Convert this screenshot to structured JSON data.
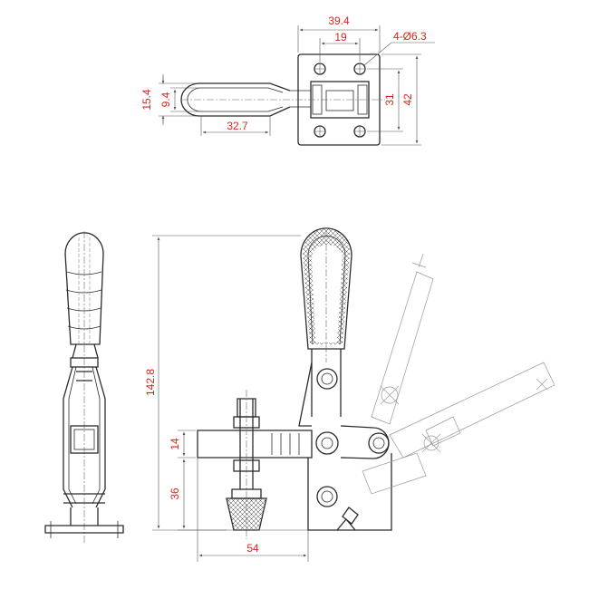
{
  "colors": {
    "line": "#2b2b2b",
    "dimension_text": "#d9261c",
    "ghost": "#9a9a9a",
    "background": "#ffffff"
  },
  "top_view": {
    "dim_overall_width": "39.4",
    "dim_hole_spacing_x": "19",
    "dim_holes": "4-Ø6.3",
    "dim_hole_spacing_y": "31",
    "dim_overall_height": "42",
    "dim_handle_width": "15.4",
    "dim_handle_inner": "9.4",
    "dim_handle_length": "32.7"
  },
  "front_view": {
    "dim_total_height": "142.8",
    "dim_bar_thickness": "14",
    "dim_spindle_height": "36",
    "dim_reach": "54"
  }
}
